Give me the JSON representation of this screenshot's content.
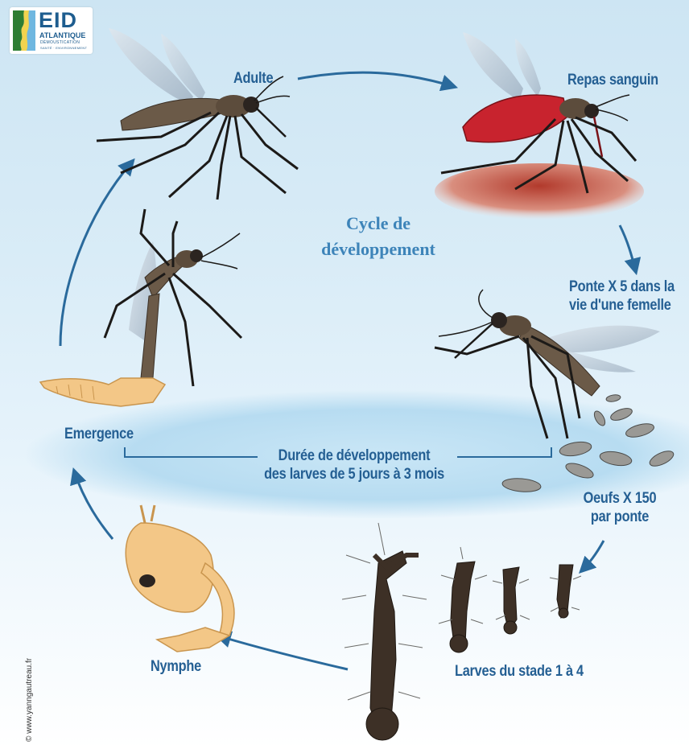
{
  "logo": {
    "name": "EID",
    "subtitle": "ATLANTIQUE",
    "tagline": "DÉMOUSTICATION",
    "tagline2": "SANTÉ · ENVIRONNEMENT"
  },
  "title": {
    "line1": "Cycle de",
    "line2": "développement"
  },
  "stages": {
    "adult": "Adulte",
    "blood_meal": "Repas sanguin",
    "laying": {
      "line1": "Ponte X 5 dans la",
      "line2": "vie d'une femelle"
    },
    "eggs": {
      "line1": "Oeufs X 150",
      "line2": "par ponte"
    },
    "larvae": "Larves du stade 1 à 4",
    "pupa": "Nymphe",
    "emergence": "Emergence"
  },
  "duration": {
    "line1": "Durée de développement",
    "line2": "des larves de 5 jours à 3 mois"
  },
  "credit": "© www.yanngautreau.fr",
  "colors": {
    "text": "#245f93",
    "title": "#3d84b9",
    "arrow": "#2a6a9c",
    "mosquito_body": "#6b5a48",
    "legs": "#1c1a18",
    "blood": "#c8232e",
    "pupa": "#f3c787",
    "larva": "#3d3026",
    "water": "#bfe0f3"
  }
}
